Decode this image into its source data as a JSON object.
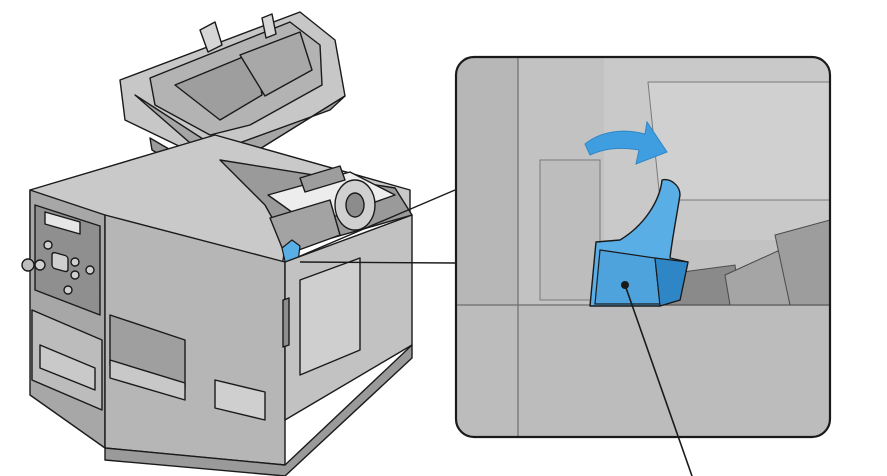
{
  "colors": {
    "printer_body": "#b9b9b9",
    "printer_dark": "#8f8f8f",
    "printer_light": "#d2d2d2",
    "outline": "#1a1a1a",
    "callout_bg": "#bdbdbd",
    "callout_dark": "#9a9a9a",
    "accent_blue": "#5aaee6",
    "accent_blue_dark": "#2f86c6",
    "background": "#ffffff"
  },
  "icons": {
    "printer": "printer-illustration",
    "lever": "blue-lever",
    "arrow": "curved-arrow-right",
    "pointer": "callout-pointer-line"
  }
}
